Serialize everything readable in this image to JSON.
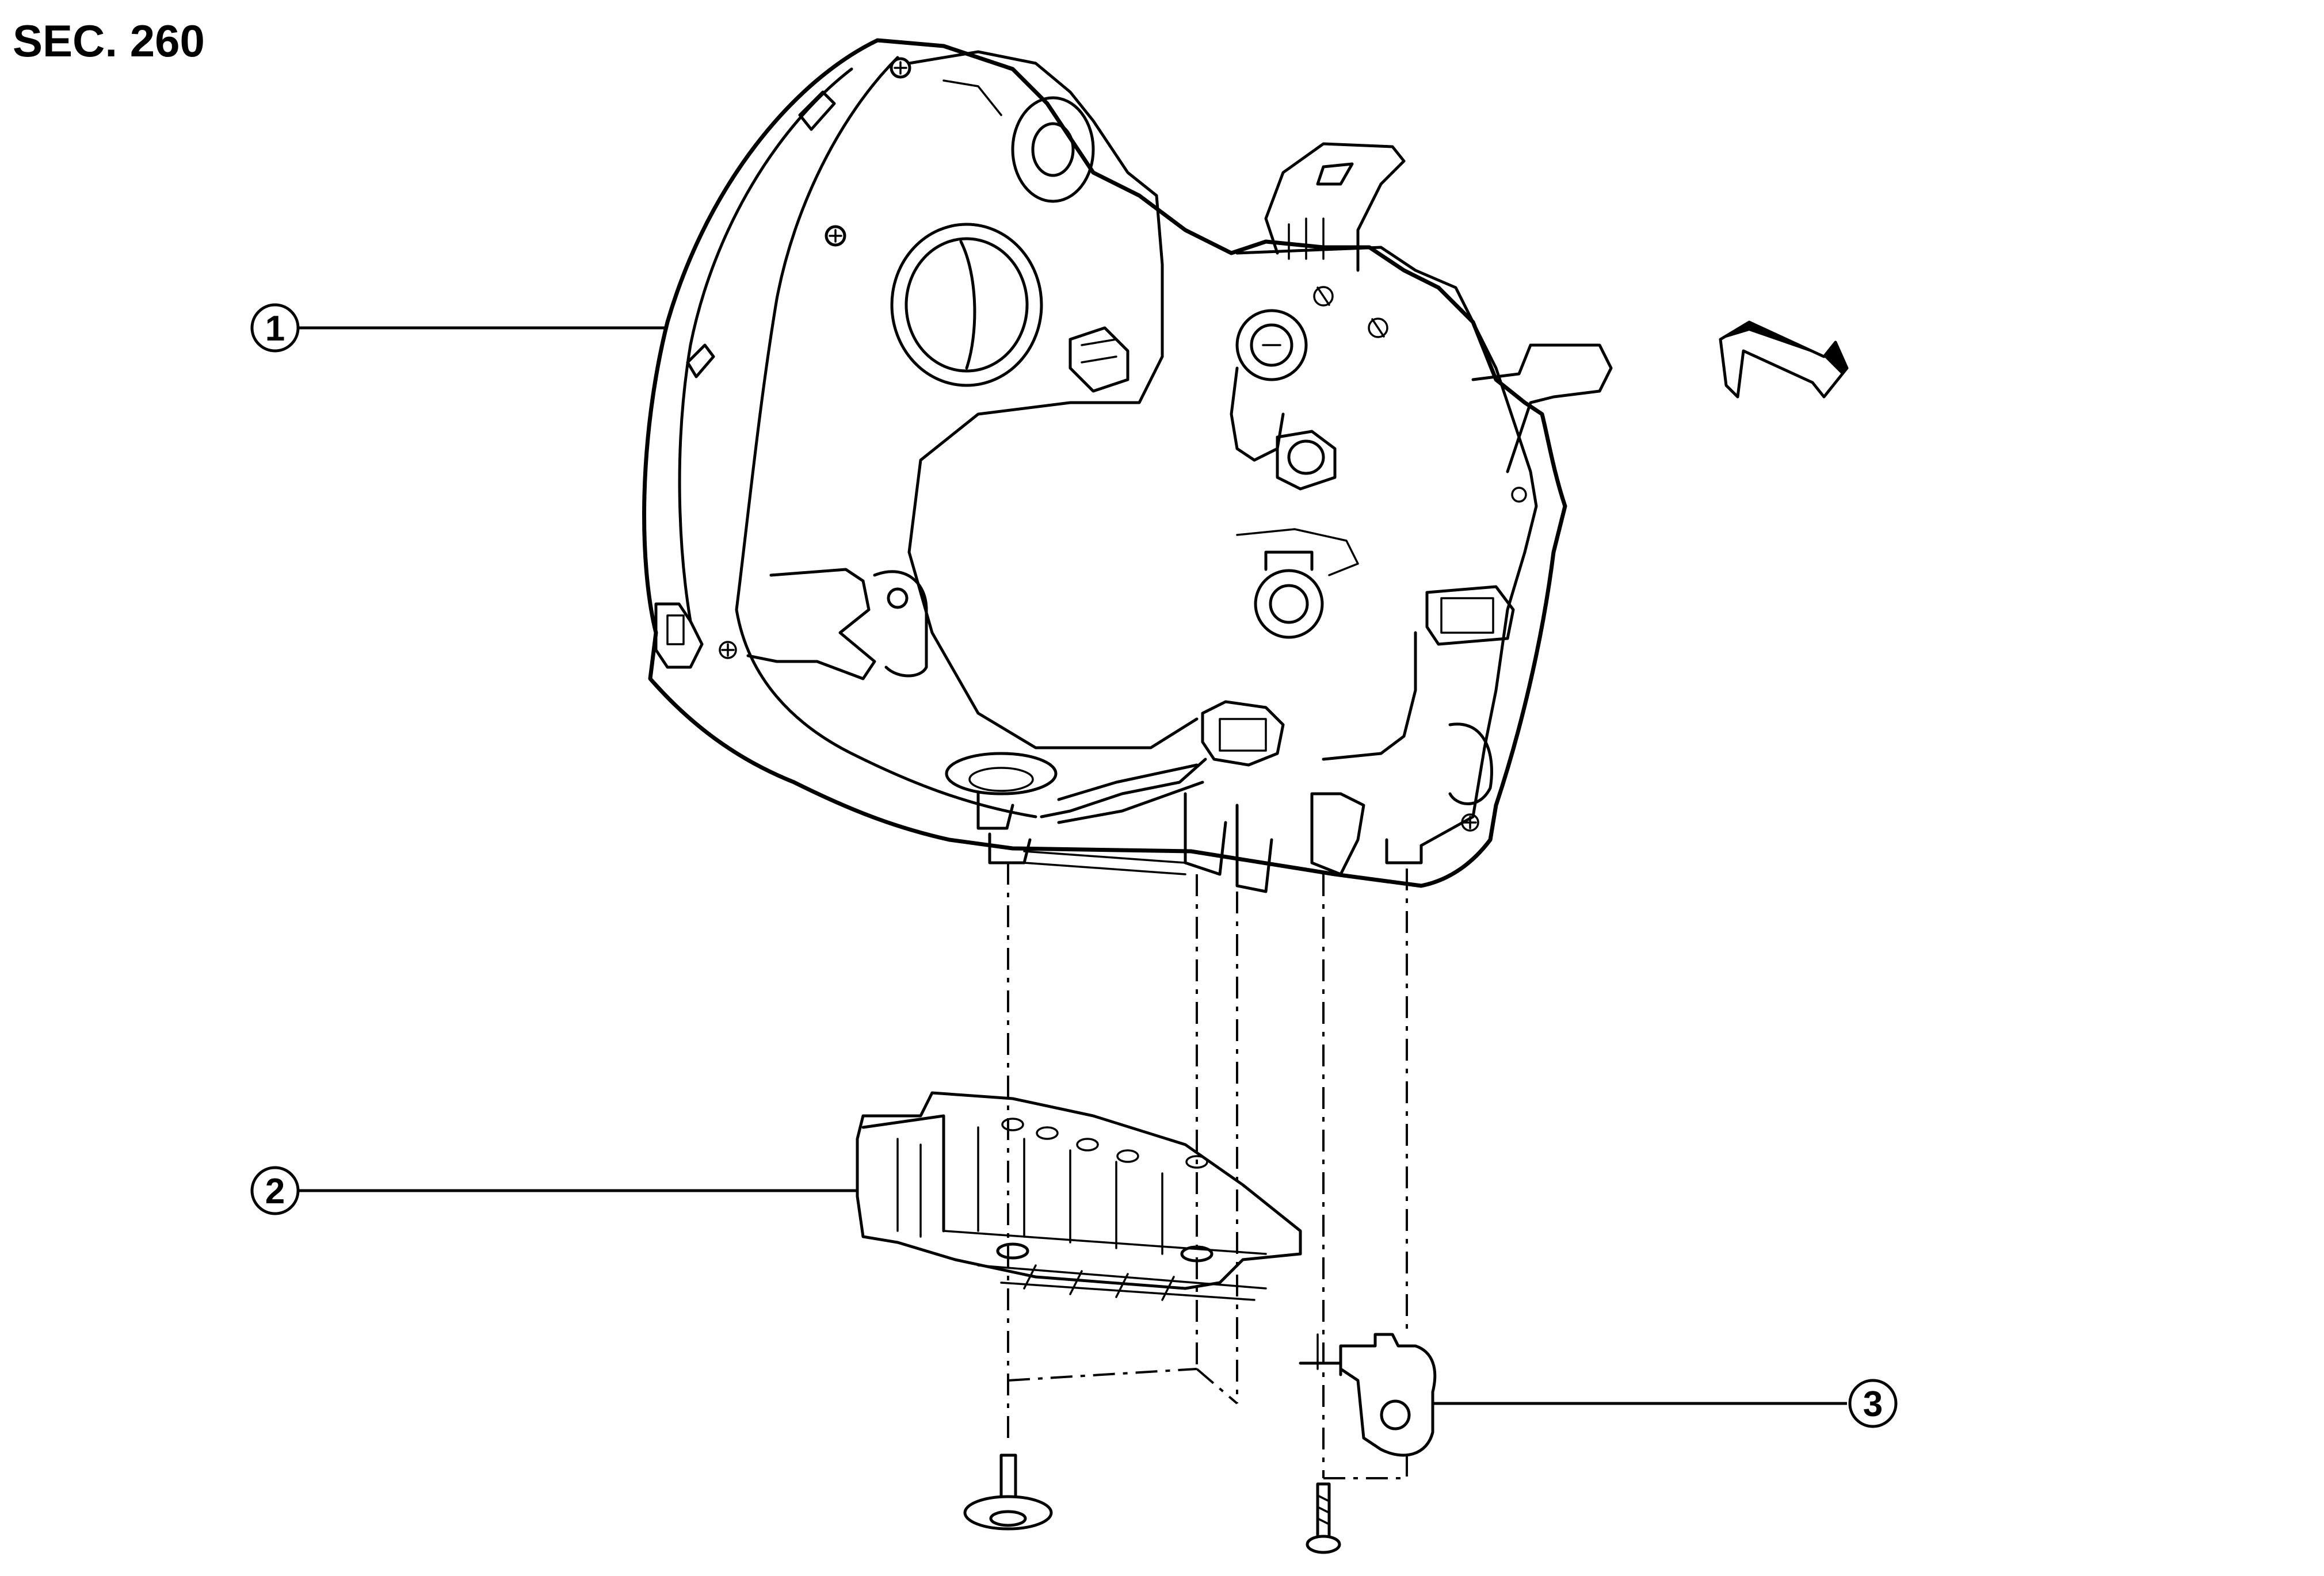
{
  "section_label": "SEC. 260",
  "callouts": [
    {
      "id": "1",
      "text": "1"
    },
    {
      "id": "2",
      "text": "2"
    },
    {
      "id": "3",
      "text": "3"
    }
  ],
  "icons": {
    "front_direction": "front-direction-arrow-icon"
  },
  "colors": {
    "line": "#000000",
    "background": "#ffffff"
  }
}
